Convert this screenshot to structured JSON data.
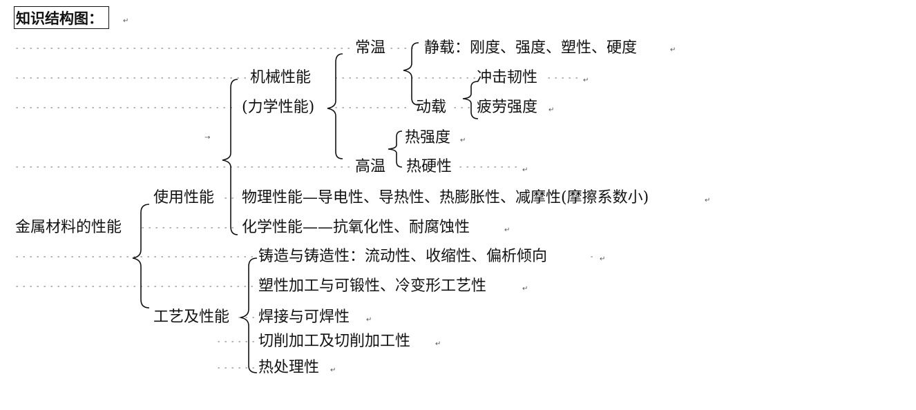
{
  "heading": {
    "title": "知识结构图："
  },
  "diagram": {
    "root": "金属材料的性能",
    "use": {
      "label": "使用性能",
      "mechanical": {
        "label_line1": "机械性能",
        "label_line2": "(力学性能)",
        "room_temp": {
          "label": "常温",
          "static_load": "静载：刚度、强度、塑性、硬度",
          "dynamic_load": {
            "label": "动载",
            "impact": "冲击韧性",
            "fatigue": "疲劳强度"
          }
        },
        "high_temp": {
          "label": "高温",
          "items": [
            "热强度",
            "热硬性"
          ]
        }
      },
      "physical": "物理性能—导电性、导热性、热膨胀性、减摩性(摩擦系数小)",
      "chemical": "化学性能——抗氧化性、耐腐蚀性"
    },
    "process": {
      "label": "工艺及性能",
      "items": [
        "铸造与铸造性：流动性、收缩性、偏析倾向",
        "塑性加工与可锻性、冷变形工艺性",
        "焊接与可焊性",
        "切削加工及切削加工性",
        "热处理性"
      ]
    }
  },
  "marks": {
    "paragraph": "↵",
    "tab": "→"
  }
}
